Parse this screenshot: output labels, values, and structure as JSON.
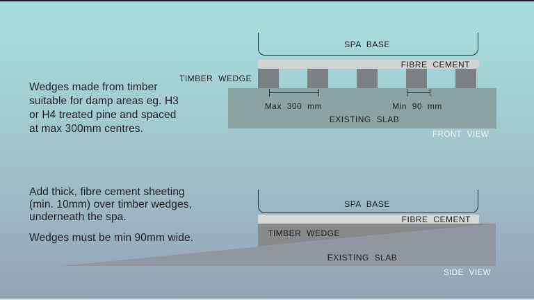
{
  "notes": {
    "front": {
      "lines": [
        "Wedges made from timber",
        "suitable for damp areas eg. H3",
        "or H4 treated pine and spaced",
        "at max 300mm centres."
      ]
    },
    "side": {
      "lines": [
        "Add thick, fibre cement sheeting",
        "(min. 10mm) over timber wedges,",
        "underneath the spa."
      ],
      "extra": "Wedges must be min 90mm wide."
    }
  },
  "front_view": {
    "spa_base_label": "SPA BASE",
    "fibre_cement_label": "FIBRE CEMENT",
    "timber_wedge_label": "TIMBER WEDGE",
    "existing_slab_label": "EXISTING SLAB",
    "dim_max_label": "Max 300 mm",
    "dim_min_label": "Min 90 mm",
    "view_label": "FRONT VIEW",
    "wedge_count": 5
  },
  "side_view": {
    "spa_base_label": "SPA BASE",
    "fibre_cement_label": "FIBRE CEMENT",
    "timber_wedge_label": "TIMBER WEDGE",
    "existing_slab_label": "EXISTING SLAB",
    "view_label": "SIDE VIEW"
  },
  "colors": {
    "bg_top": "#a6dbda",
    "bg_mid": "#a0c2c8",
    "bg_bottom": "#93a2b4",
    "text_dark": "#1d1d1f",
    "text_light": "#f4f7f8",
    "outline": "#2e2e2e",
    "fibre_cement": "#d0d2d3",
    "fibre_cement_side": "#d6d7d7",
    "timber_wedge_front": "#7e8183",
    "timber_wedge_side": "#87898b",
    "slab_front": "#8ba3a2",
    "slab_side": "#9097a0",
    "top_edge": "#1d1d1d",
    "bottom_edge": "#dde3e7"
  }
}
